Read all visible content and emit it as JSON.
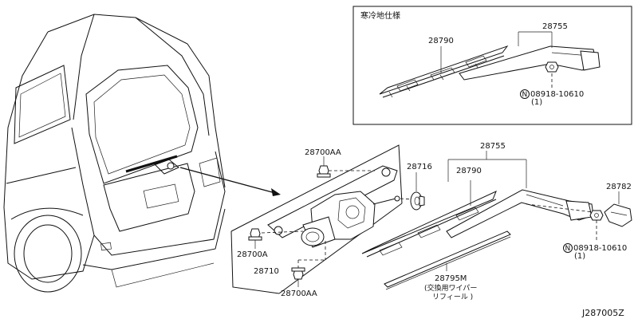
{
  "diagram": {
    "inset_title": "寒冷地仕様",
    "inset_labels": {
      "blade": "28790",
      "arm": "28755",
      "nut_part": "08918-10610",
      "nut_qty": "(1)"
    },
    "main_labels": {
      "grommet_top": "28700AA",
      "pivot_seal": "28716",
      "arm_group": "28755",
      "blade": "28790",
      "cap": "28782",
      "grommet_left": "28700A",
      "motor": "28710",
      "grommet_bottom": "28700AA",
      "refill": "28795M",
      "refill_note_1": "(交換用ワイパー",
      "refill_note_2": "リフィール )",
      "nut_part": "08918-10610",
      "nut_qty": "(1)"
    },
    "nut_symbol": "N",
    "diagram_code": "J287005Z"
  }
}
